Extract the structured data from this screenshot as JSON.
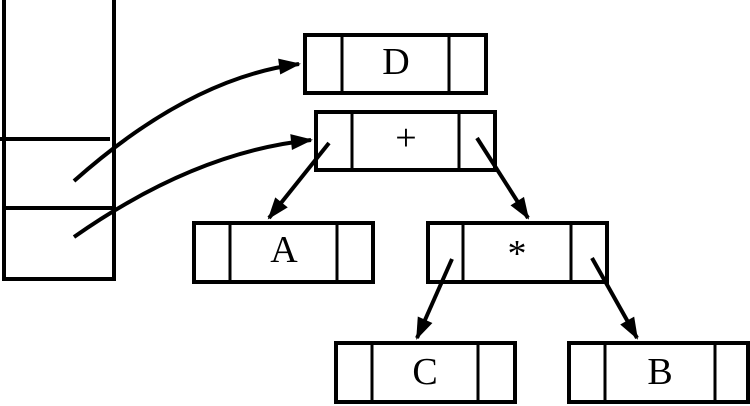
{
  "colors": {
    "ink": "#000000",
    "background": "#ffffff"
  },
  "stack": {
    "visible_cells": 3
  },
  "nodes": {
    "d": {
      "label": "D"
    },
    "plus": {
      "label": "+"
    },
    "a": {
      "label": "A"
    },
    "star": {
      "label": "*"
    },
    "c": {
      "label": "C"
    },
    "b": {
      "label": "B"
    }
  },
  "edges": [
    {
      "from": "stack-cell-middle",
      "to": "node-d",
      "style": "curved-arrow"
    },
    {
      "from": "stack-cell-bottom",
      "to": "node-plus",
      "style": "curved-arrow"
    },
    {
      "from": "node-plus-left-pointer",
      "to": "node-a",
      "style": "straight-arrow"
    },
    {
      "from": "node-plus-right-pointer",
      "to": "node-star",
      "style": "straight-arrow"
    },
    {
      "from": "node-star-left-pointer",
      "to": "node-c",
      "style": "straight-arrow"
    },
    {
      "from": "node-star-right-pointer",
      "to": "node-b",
      "style": "straight-arrow"
    }
  ]
}
